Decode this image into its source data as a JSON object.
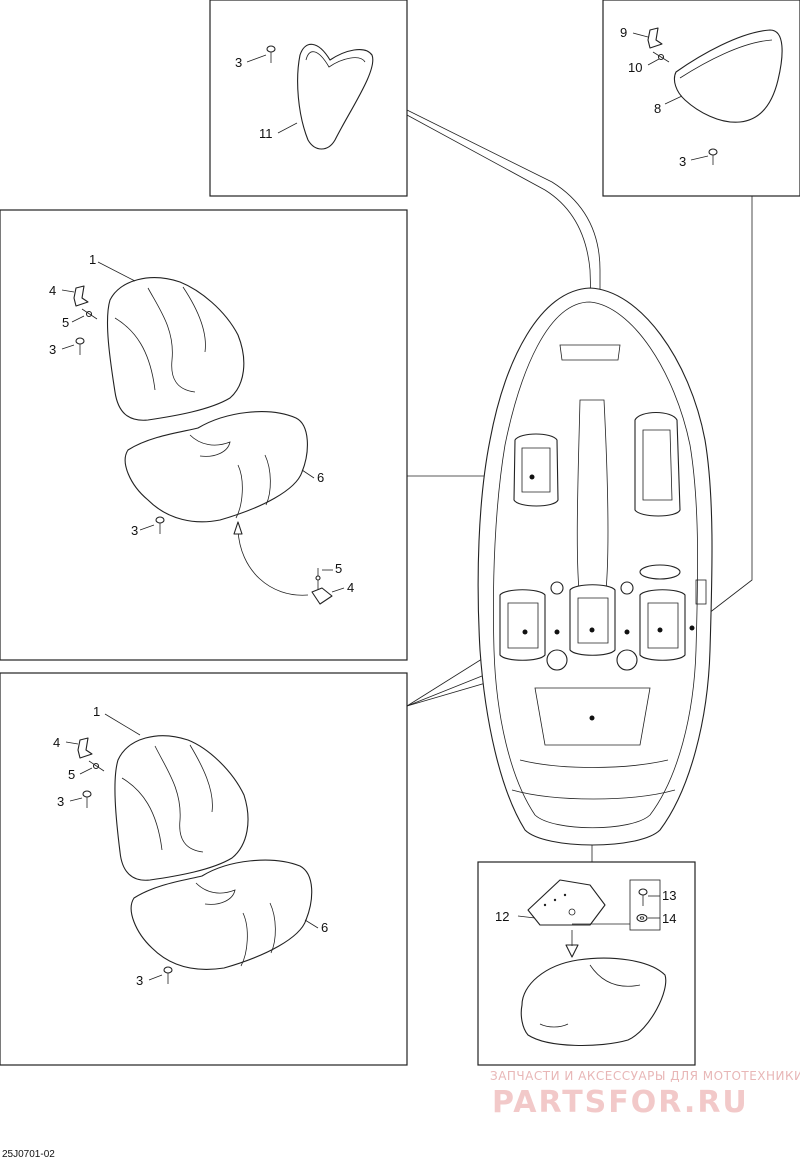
{
  "labels": {
    "p1": "1",
    "p3": "3",
    "p4": "4",
    "p5": "5",
    "p6": "6",
    "p8": "8",
    "p9": "9",
    "p10": "10",
    "p11": "11",
    "p12": "12",
    "p13": "13",
    "p14": "14"
  },
  "diagram_code": "25J0701-02",
  "watermark": {
    "line1": "ЗАПЧАСТИ И АКСЕССУАРЫ ДЛЯ МОТОТЕХНИКИ",
    "line2": "PARTSFOR.RU"
  }
}
